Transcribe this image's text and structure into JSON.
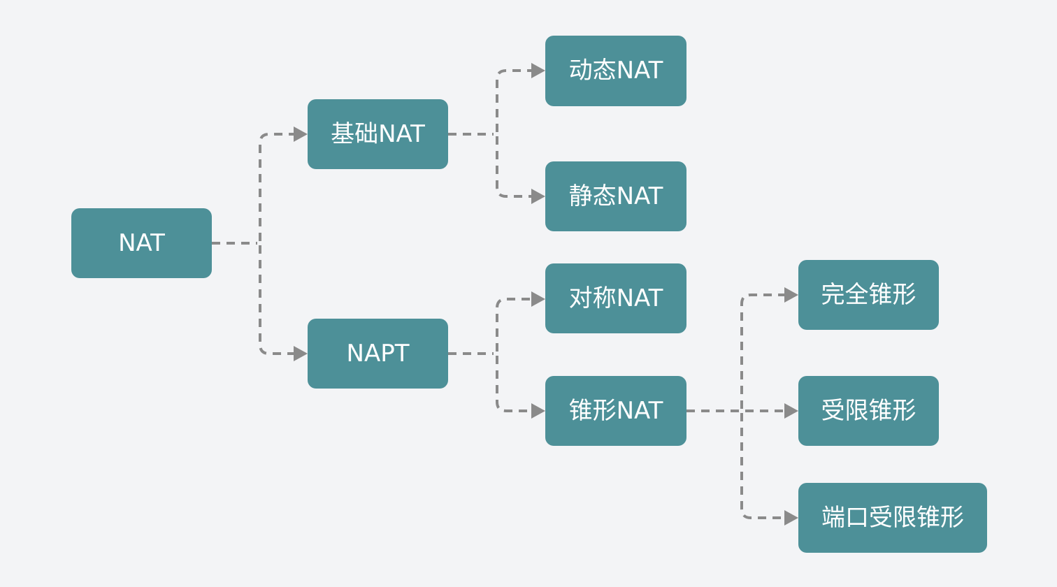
{
  "diagram": {
    "colors": {
      "background": "#f3f4f6",
      "node_fill": "#4d9098",
      "node_text": "#ffffff",
      "connector": "#8a8a8a"
    },
    "nodes": {
      "nat": "NAT",
      "basic_nat": "基础NAT",
      "napt": "NAPT",
      "dynamic_nat": "动态NAT",
      "static_nat": "静态NAT",
      "symmetric_nat": "对称NAT",
      "cone_nat": "锥形NAT",
      "full_cone": "完全锥形",
      "restricted_cone": "受限锥形",
      "port_restricted_cone": "端口受限锥形"
    },
    "edges": [
      {
        "from": "nat",
        "to": "basic_nat"
      },
      {
        "from": "nat",
        "to": "napt"
      },
      {
        "from": "basic_nat",
        "to": "dynamic_nat"
      },
      {
        "from": "basic_nat",
        "to": "static_nat"
      },
      {
        "from": "napt",
        "to": "symmetric_nat"
      },
      {
        "from": "napt",
        "to": "cone_nat"
      },
      {
        "from": "cone_nat",
        "to": "full_cone"
      },
      {
        "from": "cone_nat",
        "to": "restricted_cone"
      },
      {
        "from": "cone_nat",
        "to": "port_restricted_cone"
      }
    ]
  }
}
